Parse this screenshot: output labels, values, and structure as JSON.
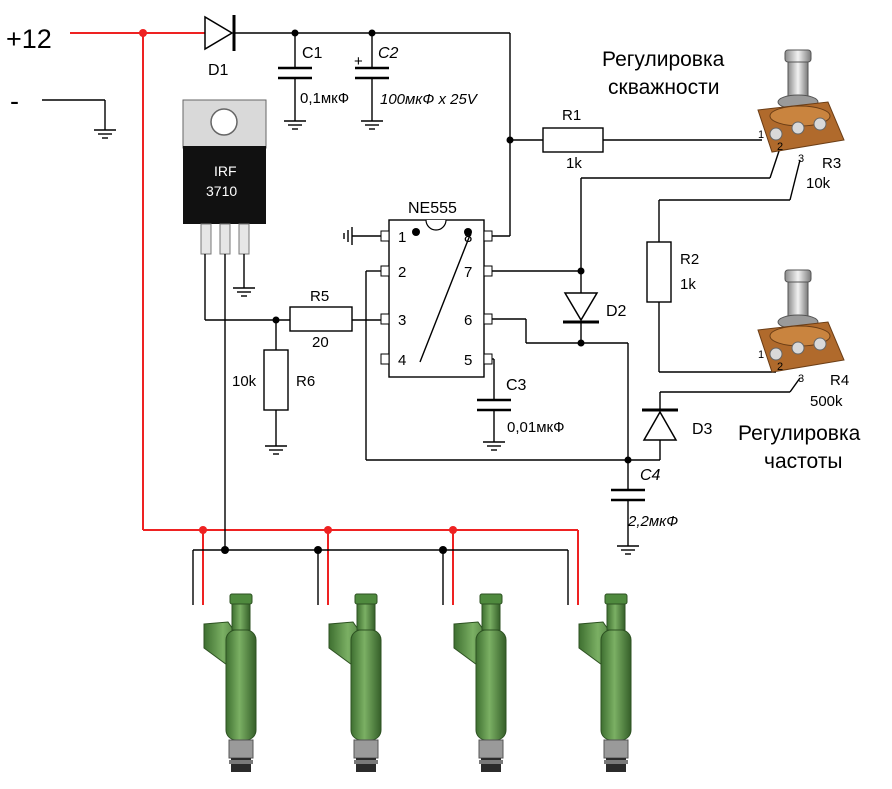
{
  "supply": {
    "plus_label": "+12",
    "minus_label": "-"
  },
  "mosfet": {
    "line1": "IRF",
    "line2": "3710"
  },
  "timer": {
    "name": "NE555",
    "pins": [
      "1",
      "2",
      "3",
      "4",
      "5",
      "6",
      "7",
      "8"
    ]
  },
  "components": {
    "d1": "D1",
    "c1": "C1",
    "c1_value": "0,1мкФ",
    "c2": "C2",
    "c2_value": "100мкФ x 25V",
    "c2_polarity": "+",
    "r1": "R1",
    "r1_value": "1k",
    "r2": "R2",
    "r2_value": "1k",
    "r3": "R3",
    "r3_value": "10k",
    "r4": "R4",
    "r4_value": "500k",
    "r5": "R5",
    "r5_value": "20",
    "r6": "R6",
    "r6_value": "10k",
    "c3": "C3",
    "c3_value": "0,01мкФ",
    "c4": "C4",
    "c4_value": "2,2мкФ",
    "d2": "D2",
    "d3": "D3"
  },
  "pot_pins": [
    "1",
    "2",
    "3"
  ],
  "captions": {
    "duty_line1": "Регулировка",
    "duty_line2": "скважности",
    "freq_line1": "Регулировка",
    "freq_line2": "частоты"
  },
  "colors": {
    "wire": "#000000",
    "power_wire": "#e22222",
    "injector": "#4f8a3e",
    "pot_body": "#b06a2c",
    "chip": "#111111"
  }
}
